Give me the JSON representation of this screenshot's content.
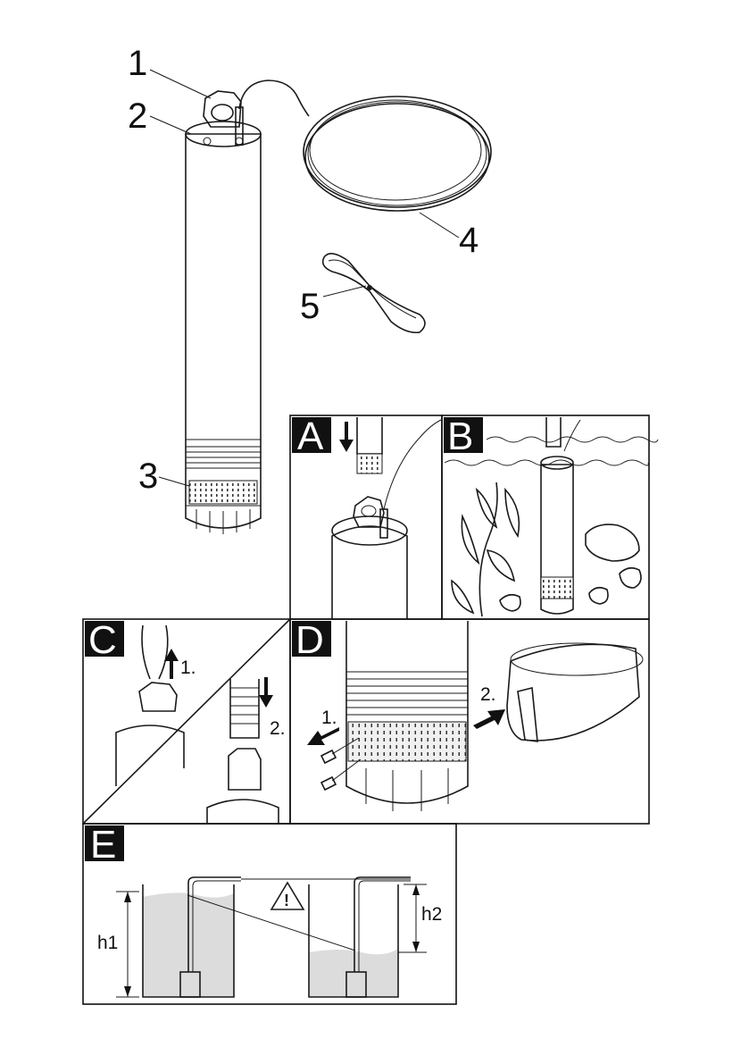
{
  "overview": {
    "callouts": [
      "1",
      "2",
      "3",
      "4",
      "5"
    ]
  },
  "panels": {
    "A": {
      "letter": "A"
    },
    "B": {
      "letter": "B"
    },
    "C": {
      "letter": "C",
      "steps": [
        "1.",
        "2."
      ]
    },
    "D": {
      "letter": "D",
      "steps": [
        "1.",
        "2."
      ]
    },
    "E": {
      "letter": "E",
      "labels": [
        "h1",
        "h2"
      ],
      "warning_symbol": "!"
    }
  },
  "colors": {
    "ink": "#1a1a1a",
    "panel_label_bg": "#111111",
    "water": "#dcdcdc",
    "pump_body": "#f4f4f4"
  },
  "icons": [
    "warning-triangle-icon"
  ]
}
